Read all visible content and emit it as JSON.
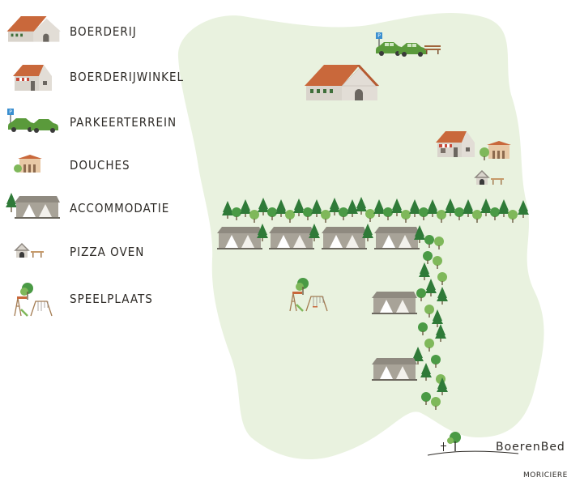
{
  "legend": {
    "items": [
      {
        "icon": "farmhouse-icon",
        "label": "BOERDERIJ"
      },
      {
        "icon": "farm-shop-icon",
        "label": "BOERDERIJWINKEL"
      },
      {
        "icon": "parking-icon",
        "label": "PARKEERTERREIN"
      },
      {
        "icon": "shower-building-icon",
        "label": "DOUCHES"
      },
      {
        "icon": "safari-tent-icon",
        "label": "ACCOMMODATIE"
      },
      {
        "icon": "pizza-oven-icon",
        "label": "PIZZA OVEN"
      },
      {
        "icon": "playground-icon",
        "label": "SPEELPLAATS"
      }
    ]
  },
  "brand": {
    "name": "BoerenBed",
    "sub": "MORICIERE"
  },
  "colors": {
    "land": "#e9f2df",
    "roof": "#c9683b",
    "wall": "#d9d4cc",
    "car": "#5a9a3b",
    "tree_dark": "#2f7a38",
    "tree_light": "#7fb85a",
    "tent": "#8f8a80",
    "sign": "#3b8fd0"
  }
}
